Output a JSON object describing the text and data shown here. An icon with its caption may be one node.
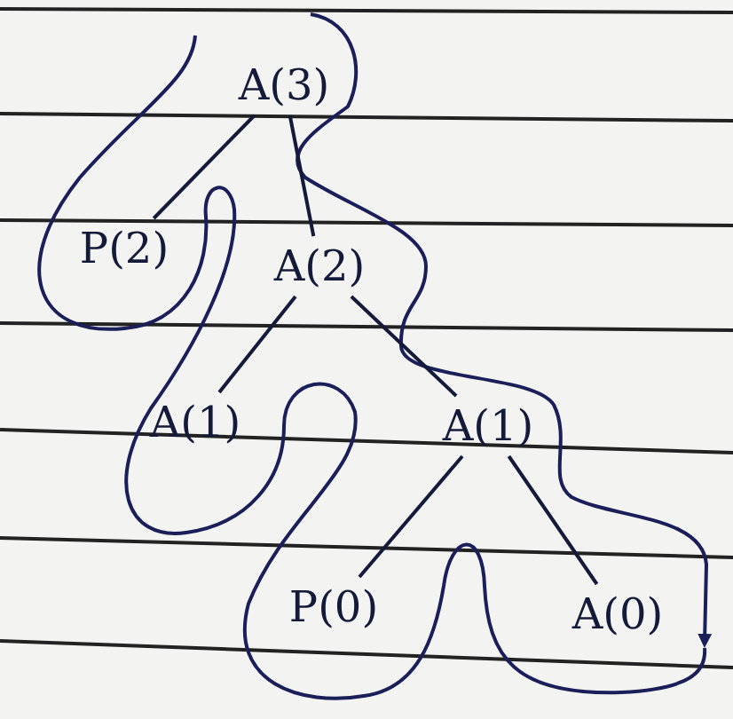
{
  "diagram": {
    "nodes": [
      {
        "text": [
          "A(3)"
        ]
      },
      {
        "text": [
          "P(2)"
        ]
      },
      {
        "text": [
          "A(2)"
        ]
      },
      {
        "text": [
          "A(1)"
        ]
      },
      {
        "text": [
          "A(1)"
        ]
      },
      {
        "text": [
          "P(0)"
        ]
      },
      {
        "text": [
          "A(0)"
        ]
      }
    ],
    "edges": [
      {
        "from": 0,
        "to": 1,
        "arrow": "none"
      },
      {
        "from": 0,
        "to": 2,
        "arrow": "none"
      },
      {
        "from": 2,
        "to": 3,
        "arrow": "none"
      },
      {
        "from": 2,
        "to": 4,
        "arrow": "none"
      },
      {
        "from": 4,
        "to": 5,
        "arrow": "none"
      },
      {
        "from": 4,
        "to": 6,
        "arrow": "none"
      }
    ]
  }
}
